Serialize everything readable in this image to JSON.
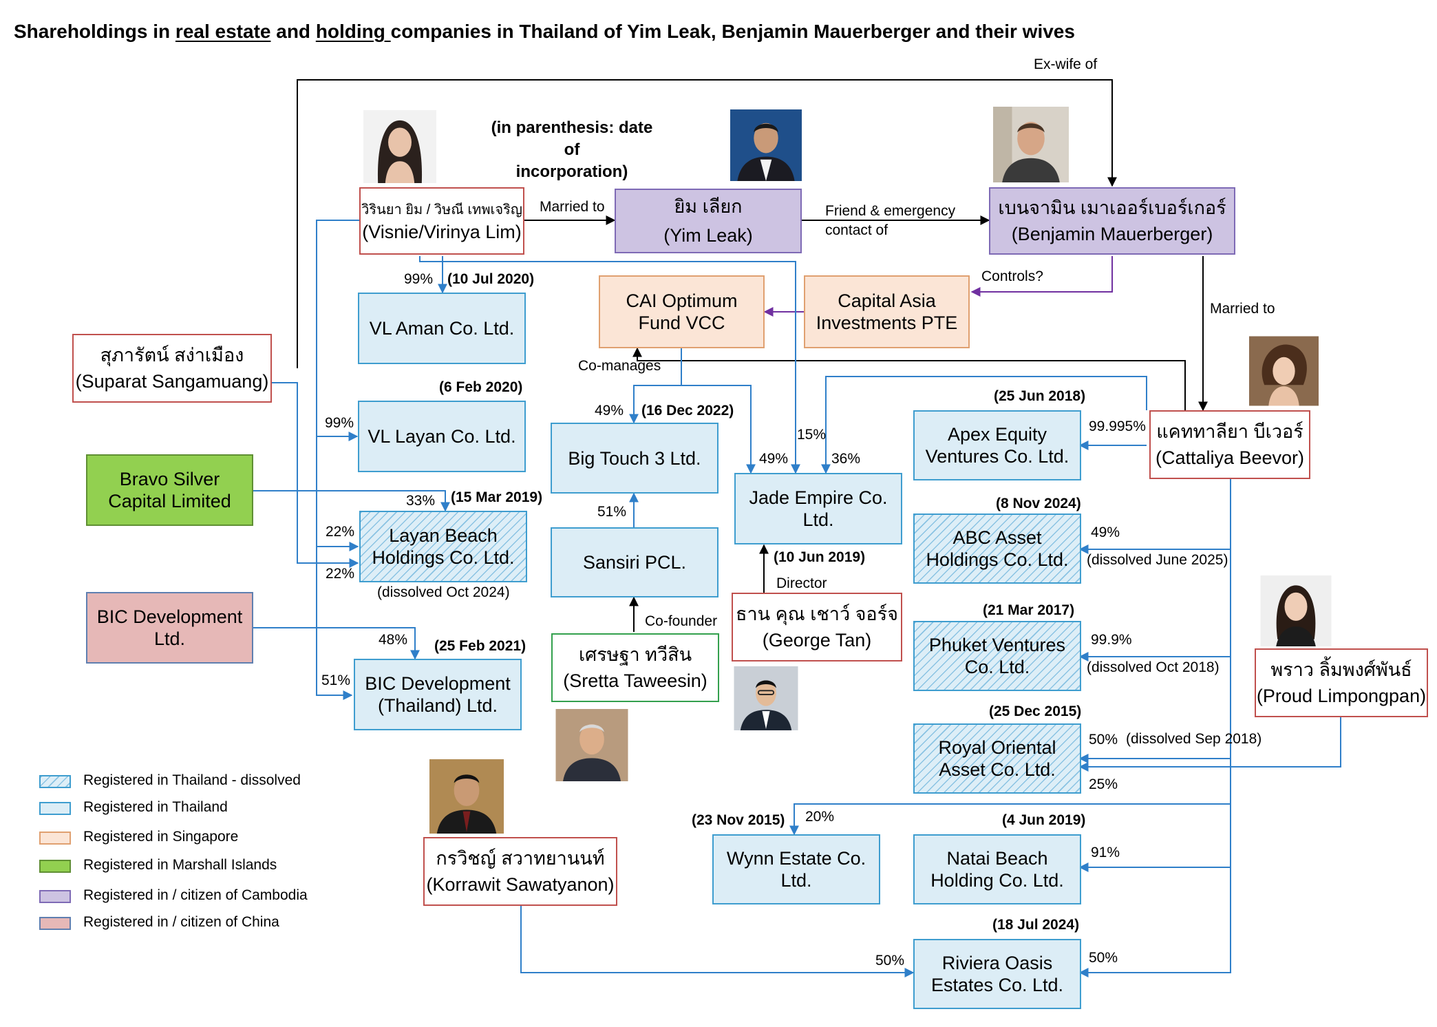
{
  "title": {
    "prefix": "Shareholdings in ",
    "u1": "real estate",
    "mid": " and ",
    "u2": "holding ",
    "suffix": "companies in Thailand of Yim Leak, Benjamin Mauerberger and their wives"
  },
  "note": {
    "line1": "(in parenthesis: date of",
    "line2": "incorporation)"
  },
  "people": {
    "visnie": {
      "thai": "วิรินยา ยิม / วิษณี เทพเจริญ",
      "name": "(Visnie/Virinya Lim)"
    },
    "yim": {
      "thai": "ยิม เลียก",
      "name": "(Yim Leak)"
    },
    "benjamin": {
      "thai": "เบนจามิน เมาเออร์เบอร์เกอร์",
      "name": "(Benjamin Mauerberger)"
    },
    "suparat": {
      "thai": "สุภารัตน์ สง่าเมือง",
      "name": "(Suparat Sangamuang)"
    },
    "cattaliya": {
      "thai": "แคททาลียา บีเวอร์",
      "name": "(Cattaliya Beevor)"
    },
    "george": {
      "thai": "ธาน คุณ เชาว์ จอร์จ",
      "name": "(George Tan)"
    },
    "sretta": {
      "thai": "เศรษฐา ทวีสิน",
      "name": "(Sretta Taweesin)"
    },
    "proud": {
      "thai": "พราว ลิ้มพงศ์พันธ์",
      "name": "(Proud Limpongpan)"
    },
    "korrawit": {
      "thai": "กรวิชญ์ สวาทยานนท์",
      "name": "(Korrawit Sawatyanon)"
    }
  },
  "companies": {
    "vlaman": {
      "l1": "VL Aman Co. Ltd.",
      "date": "(10 Jul 2020)"
    },
    "vllayan": {
      "l1": "VL Layan Co. Ltd.",
      "date": "(6 Feb 2020)"
    },
    "layanbeach": {
      "l1": "Layan Beach",
      "l2": "Holdings Co. Ltd.",
      "date": "(15 Mar 2019)",
      "note": "(dissolved Oct 2024)"
    },
    "bicthai": {
      "l1": "BIC Development",
      "l2": "(Thailand) Ltd.",
      "date": "(25 Feb 2021)"
    },
    "bicdev": {
      "l1": "BIC Development",
      "l2": "Ltd."
    },
    "bravo": {
      "l1": "Bravo Silver",
      "l2": "Capital Limited"
    },
    "caioptimum": {
      "l1": "CAI Optimum",
      "l2": "Fund VCC"
    },
    "capitalasia": {
      "l1": "Capital Asia",
      "l2": "Investments PTE"
    },
    "bigtouch": {
      "l1": "Big Touch 3 Ltd.",
      "date": "(16 Dec 2022)"
    },
    "sansiri": {
      "l1": "Sansiri PCL."
    },
    "jade": {
      "l1": "Jade Empire Co.",
      "l2": "Ltd.",
      "date": "(10 Jun 2019)"
    },
    "apex": {
      "l1": "Apex Equity",
      "l2": "Ventures Co. Ltd.",
      "date": "(25 Jun 2018)"
    },
    "abc": {
      "l1": "ABC Asset",
      "l2": "Holdings Co. Ltd.",
      "date": "(8 Nov 2024)",
      "note": "(dissolved June 2025)"
    },
    "phuket": {
      "l1": "Phuket Ventures",
      "l2": "Co. Ltd.",
      "date": "(21 Mar 2017)",
      "note": "(dissolved Oct 2018)"
    },
    "royal": {
      "l1": "Royal Oriental",
      "l2": "Asset Co. Ltd.",
      "date": "(25 Dec 2015)"
    },
    "wynn": {
      "l1": "Wynn Estate Co.",
      "l2": "Ltd.",
      "date": "(23 Nov 2015)"
    },
    "natai": {
      "l1": "Natai Beach",
      "l2": "Holding Co. Ltd.",
      "date": "(4 Jun 2019)"
    },
    "riviera": {
      "l1": "Riviera Oasis",
      "l2": "Estates Co. Ltd.",
      "date": "(18 Jul 2024)"
    }
  },
  "relations": {
    "exwife": "Ex-wife of",
    "married1": "Married to",
    "friend1": "Friend & emergency",
    "friend2": "contact of",
    "controls": "Controls?",
    "married2": "Married to",
    "comanages": "Co-manages",
    "director": "Director",
    "cofounder": "Co-founder"
  },
  "percents": {
    "p_vlaman": "99%",
    "p_vllayan": "99%",
    "p_layan_bravo": "33%",
    "p_layan_visnie": "22%",
    "p_layan_suparat": "22%",
    "p_bic_dev": "48%",
    "p_bic_visnie": "51%",
    "p_bigtouch": "49%",
    "p_sansiri": "51%",
    "p_jade_cai": "49%",
    "p_jade_visnie": "15%",
    "p_jade_catt": "36%",
    "p_apex": "99.995%",
    "p_abc": "49%",
    "p_phuket": "99.9%",
    "p_royal_catt": "50%",
    "p_royal_note": "(dissolved Sep 2018)",
    "p_royal_proud": "25%",
    "p_wynn": "20%",
    "p_natai": "91%",
    "p_riviera_k": "50%",
    "p_riviera_c": "50%"
  },
  "legend": [
    {
      "label": "Registered in Thailand - dissolved",
      "style": "dissolved"
    },
    {
      "label": "Registered in Thailand",
      "color": "#dcedf6"
    },
    {
      "label": "Registered in Singapore",
      "color": "#fbe5d6"
    },
    {
      "label": "Registered in Marshall Islands",
      "color": "#92d050"
    },
    {
      "label": "Registered in / citizen of Cambodia",
      "color": "#cdc3e2"
    },
    {
      "label": "Registered in / citizen of China",
      "color": "#e6b8b7"
    }
  ],
  "colors": {
    "ownership_line": "#2f7fc9",
    "relation_line": "#000000",
    "control_line": "#7030a0"
  },
  "icons": [
    "photo-visnie",
    "photo-yim-leak",
    "photo-benjamin",
    "photo-cattaliya",
    "photo-proud",
    "photo-george-tan",
    "photo-sretta",
    "photo-korrawit"
  ]
}
